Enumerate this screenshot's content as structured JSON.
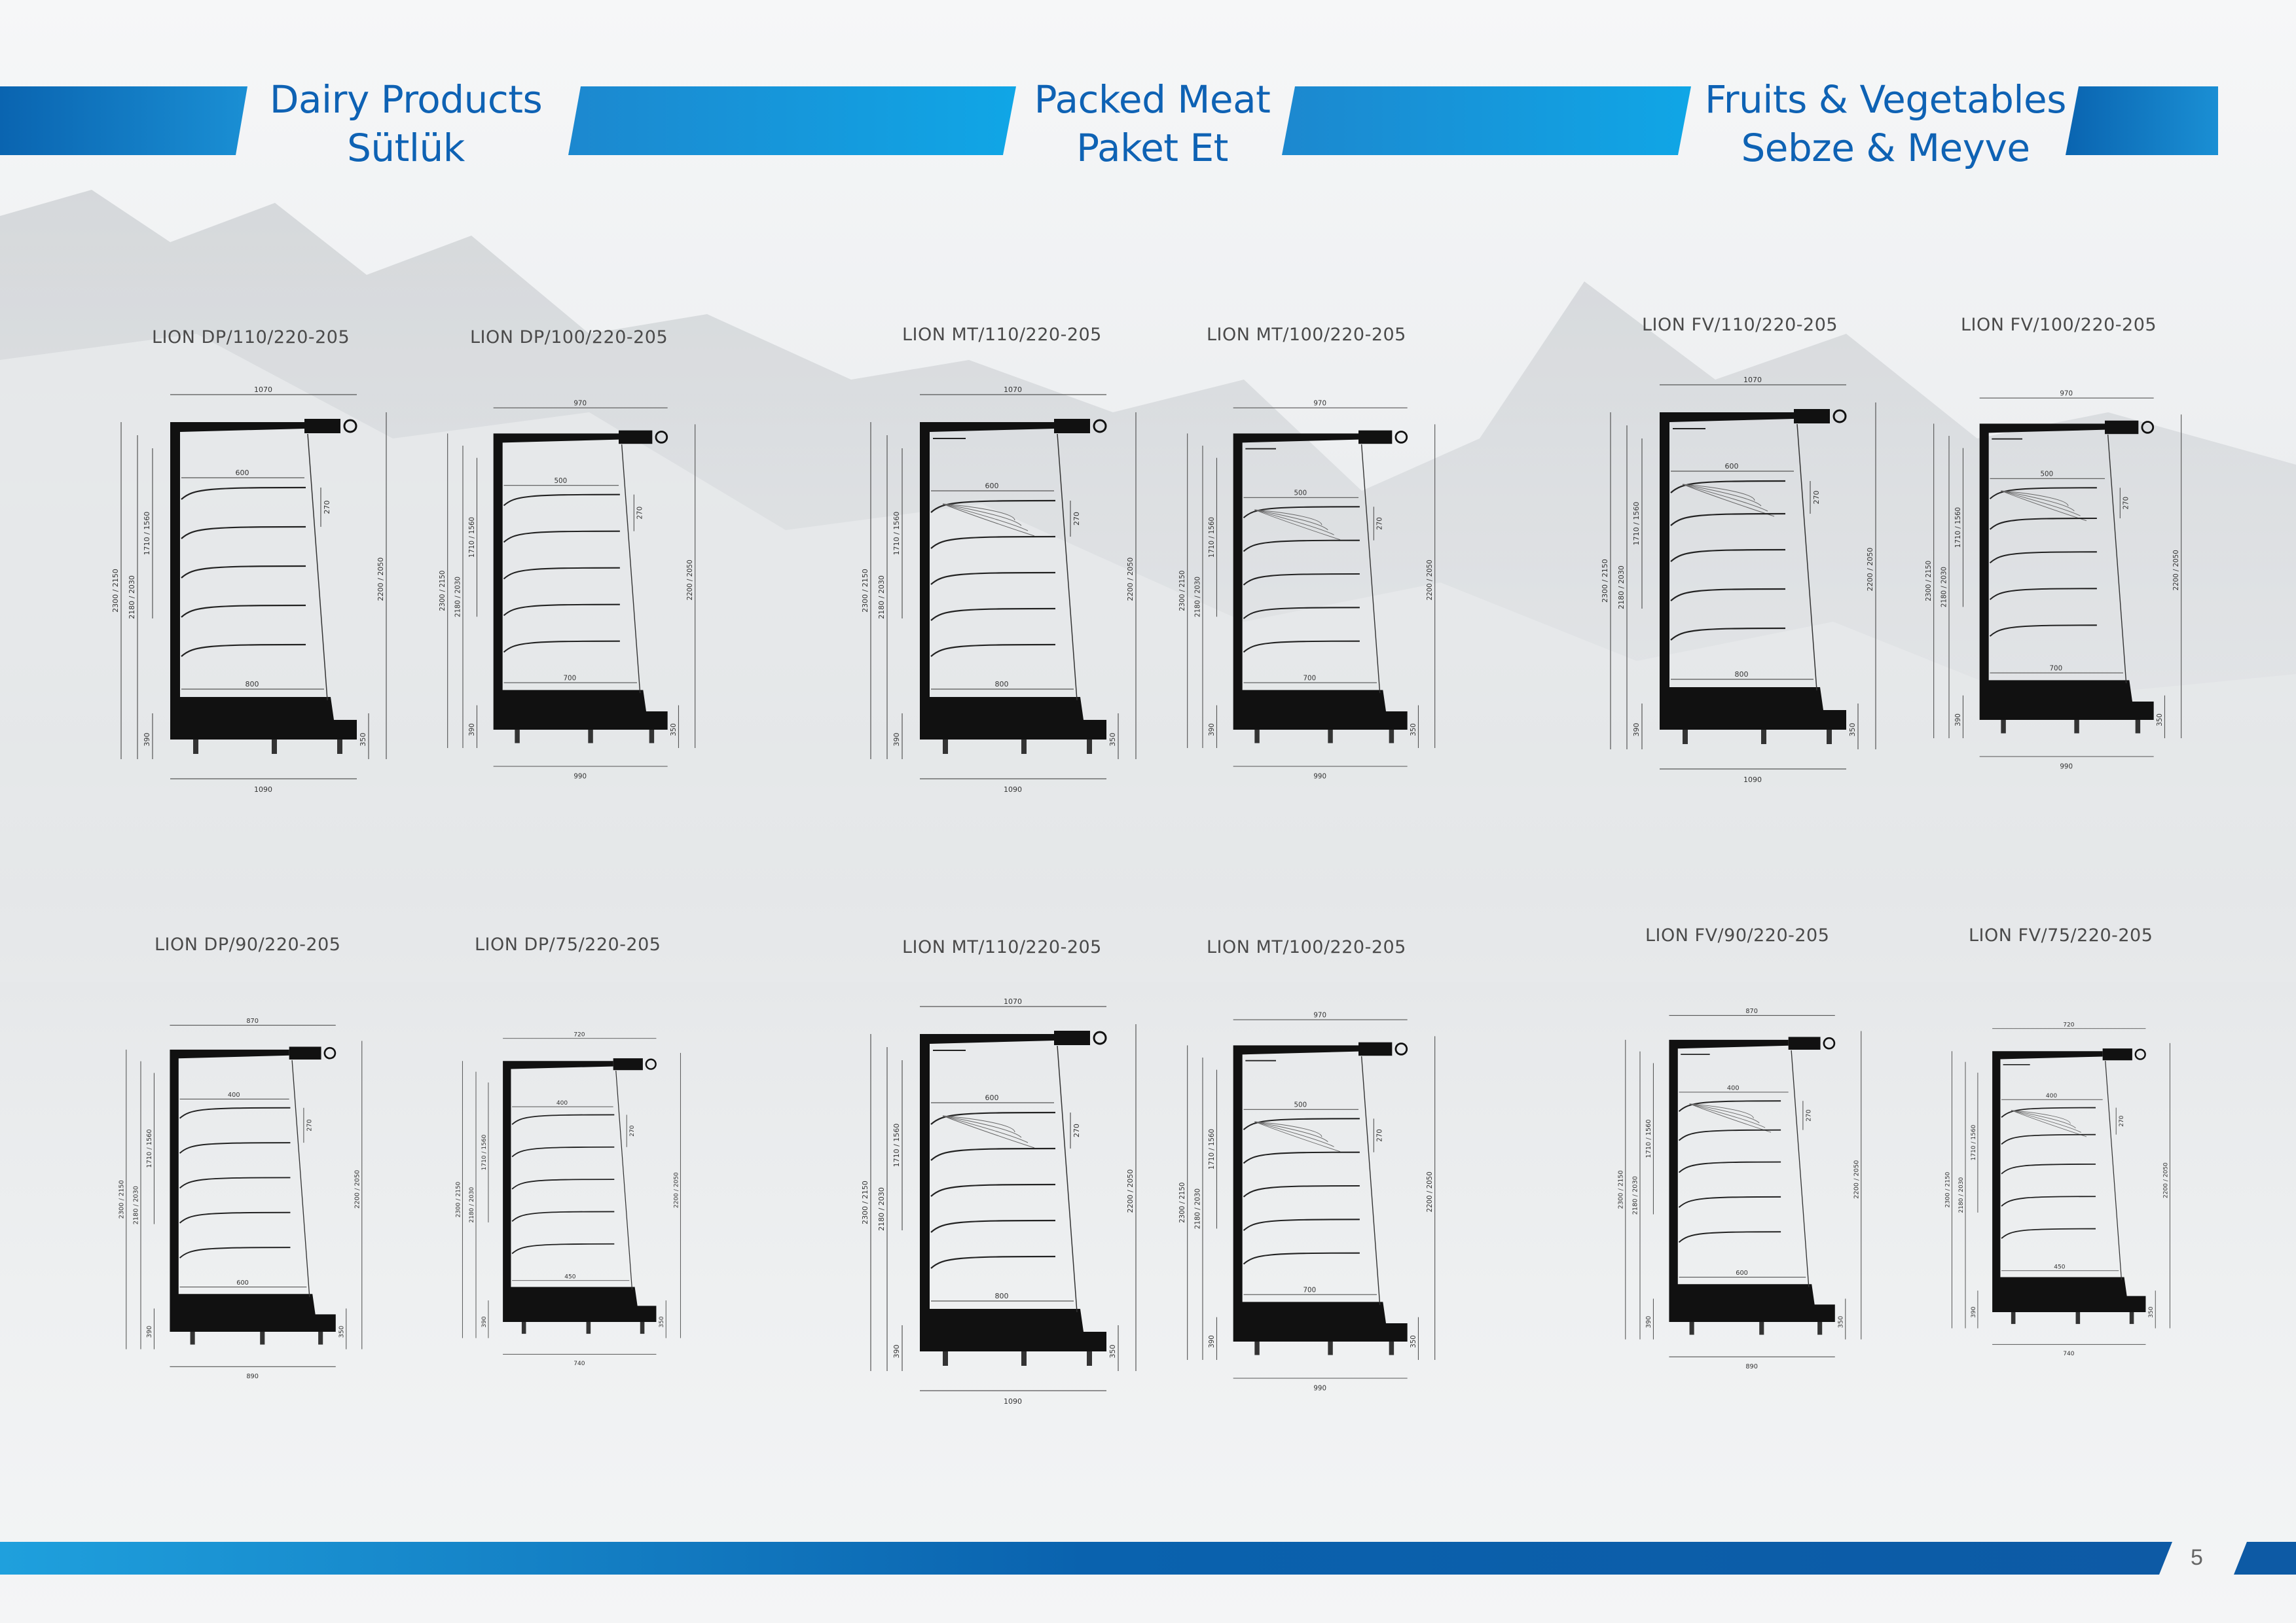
{
  "headers": [
    {
      "line1": "Dairy Products",
      "line2": "Sütlük"
    },
    {
      "line1": "Packed Meat",
      "line2": "Paket Et"
    },
    {
      "line1": "Fruits & Vegetables",
      "line2": "Sebze & Meyve"
    }
  ],
  "models": [
    "LION DP/110/220-205",
    "LION DP/100/220-205",
    "LION MT/110/220-205",
    "LION MT/100/220-205",
    "LION FV/110/220-205",
    "LION FV/100/220-205",
    "LION DP/90/220-205",
    "LION DP/75/220-205",
    "LION MT/110/220-205",
    "LION MT/100/220-205",
    "LION FV/90/220-205",
    "LION FV/75/220-205"
  ],
  "drawings": [
    {
      "top": "1070",
      "shelf": "600",
      "base": "800",
      "bottom": "1090",
      "type": "DP"
    },
    {
      "top": "970",
      "shelf": "500",
      "base": "700",
      "bottom": "990",
      "type": "DP"
    },
    {
      "top": "1070",
      "shelf": "600",
      "base": "800",
      "bottom": "1090",
      "type": "MT"
    },
    {
      "top": "970",
      "shelf": "500",
      "base": "700",
      "bottom": "990",
      "type": "MT"
    },
    {
      "top": "1070",
      "shelf": "600",
      "base": "800",
      "bottom": "1090",
      "type": "FV"
    },
    {
      "top": "970",
      "shelf": "500",
      "base": "700",
      "bottom": "990",
      "type": "FV"
    },
    {
      "top": "870",
      "shelf": "400",
      "base": "600",
      "bottom": "890",
      "type": "DP"
    },
    {
      "top": "720",
      "shelf": "400",
      "base": "450",
      "bottom": "740",
      "type": "DP"
    },
    {
      "top": "1070",
      "shelf": "600",
      "base": "800",
      "bottom": "1090",
      "type": "MT"
    },
    {
      "top": "970",
      "shelf": "500",
      "base": "700",
      "bottom": "990",
      "type": "MT"
    },
    {
      "top": "870",
      "shelf": "400",
      "base": "600",
      "bottom": "890",
      "type": "FV"
    },
    {
      "top": "720",
      "shelf": "400",
      "base": "450",
      "bottom": "740",
      "type": "FV"
    }
  ],
  "dims": {
    "h1": "2300 / 2150",
    "h2": "2180 / 2030",
    "h3": "1710 / 1560",
    "right": "2200 / 2050",
    "gap": "270",
    "foot": "390",
    "kick": "350"
  },
  "page_number": "5",
  "colors": {
    "brand": "#0e62b4",
    "stripe_light": "#1fa8e0"
  }
}
